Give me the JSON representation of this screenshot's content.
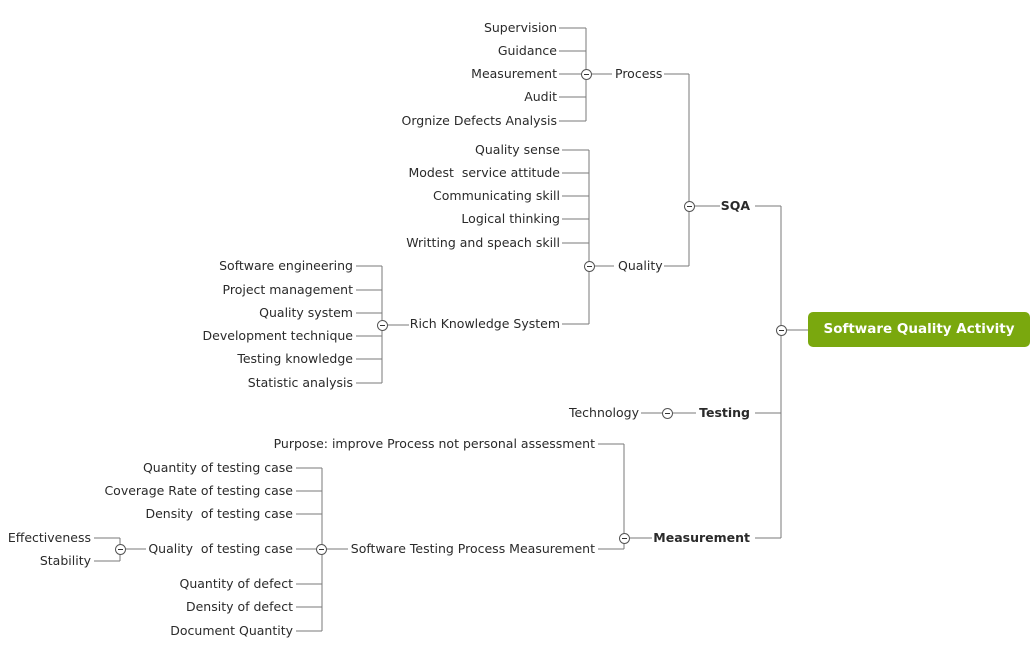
{
  "root": "Software Quality Activity",
  "branches": {
    "sqa": "SQA",
    "testing": "Testing",
    "measurement": "Measurement"
  },
  "sqa": {
    "process": {
      "label": "Process",
      "items": [
        "Supervision",
        "Guidance",
        "Measurement",
        "Audit",
        "Orgnize Defects Analysis"
      ]
    },
    "quality": {
      "label": "Quality",
      "items": [
        "Quality sense",
        "Modest  service attitude",
        "Communicating skill",
        "Logical thinking",
        "Writting and speach skill"
      ],
      "rich_knowledge": {
        "label": "Rich Knowledge System",
        "items": [
          "Software engineering",
          "Project management",
          "Quality system",
          "Development technique",
          "Testing knowledge",
          "Statistic analysis"
        ]
      }
    }
  },
  "testing": {
    "technology": "Technology"
  },
  "measurement": {
    "purpose": "Purpose: improve Process not personal assessment",
    "process_measurement": {
      "label": "Software Testing Process Measurement",
      "items": [
        "Quantity of testing case",
        "Coverage Rate of testing case",
        "Density  of testing case",
        "Quality  of testing case",
        "Quantity of defect",
        "Density of defect",
        "Document Quantity"
      ],
      "quality_sub": [
        "Effectiveness",
        "Stability"
      ]
    }
  }
}
